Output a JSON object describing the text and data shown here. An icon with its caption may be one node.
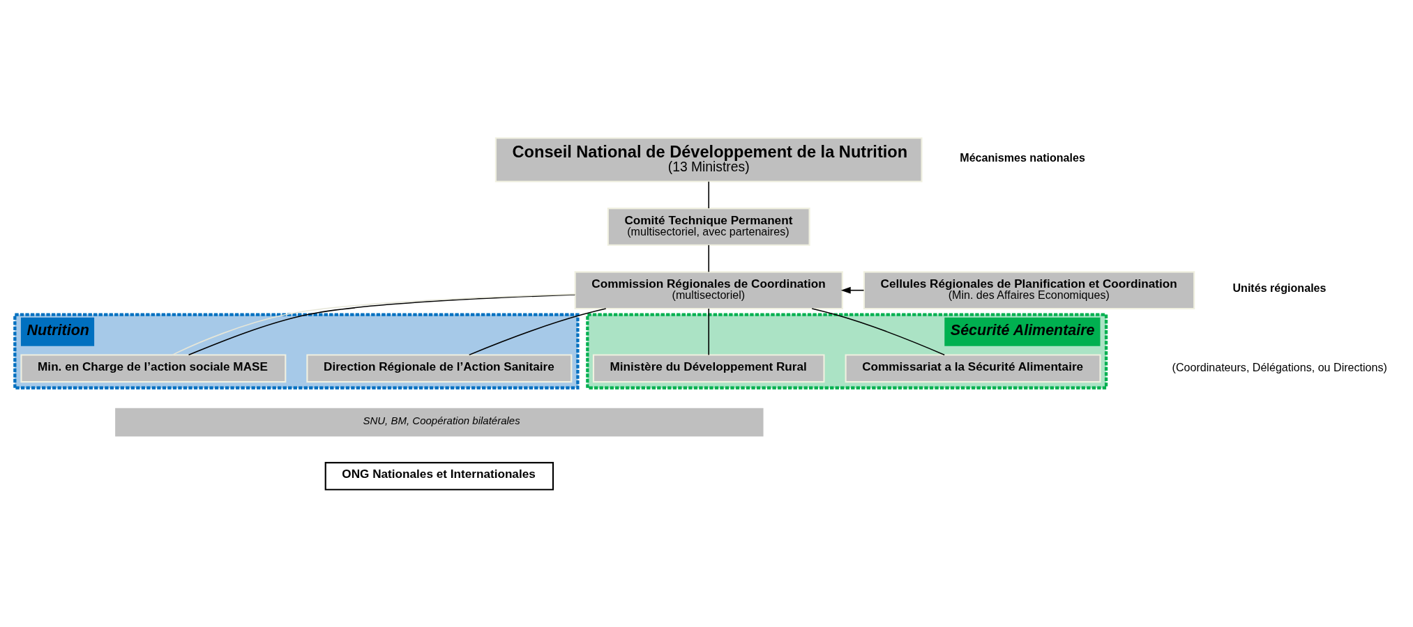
{
  "diagram": {
    "nodes": [
      {
        "text": [
          "Conseil National de Développement de la Nutrition",
          "(13 Ministres)"
        ]
      },
      {
        "text": [
          "Comité Technique Permanent",
          "(multisectoriel, avec partenaires)"
        ]
      },
      {
        "text": [
          "Commission Régionales de Coordination",
          "(multisectoriel)"
        ]
      },
      {
        "text": [
          "Cellules Régionales de Planification et Coordination",
          "(Min. des Affaires Economiques)"
        ]
      },
      {
        "text": [
          "Nutrition"
        ]
      },
      {
        "text": [
          "Direction Régionale de l’Action Sanitaire"
        ],
        "in": 4
      },
      {
        "text": [
          "Min. en Charge de l’action sociale MASE"
        ],
        "in": 4
      },
      {
        "text": [
          "Sécurité Alimentaire"
        ]
      },
      {
        "text": [
          "Commissariat a la Sécurité Alimentaire"
        ],
        "in": 7
      },
      {
        "text": [
          "Ministère du Développement Rural"
        ],
        "in": 7
      },
      {
        "text": [
          "SNU, BM, Coopération bilatérales"
        ]
      },
      {
        "text": [
          "ONG Nationales et Internationales"
        ]
      }
    ],
    "edges": [
      {
        "from": 0,
        "to": 1,
        "arrow": "none"
      },
      {
        "from": 1,
        "to": 2,
        "arrow": "none"
      },
      {
        "from": 3,
        "to": 2,
        "arrow": "to"
      },
      {
        "from": 2,
        "to": 5,
        "arrow": "none"
      },
      {
        "from": 2,
        "to": 6,
        "arrow": "none"
      },
      {
        "from": 2,
        "to": 8,
        "arrow": "none"
      },
      {
        "from": 2,
        "to": 9,
        "arrow": "none"
      },
      {
        "from": 6,
        "to": 2,
        "arrow": "none",
        "color": "#e6e6d8"
      }
    ],
    "labels": [
      "Mécanismes nationales",
      "Unités régionales",
      "(Coordinateurs, Délégations, ou Directions)"
    ]
  }
}
